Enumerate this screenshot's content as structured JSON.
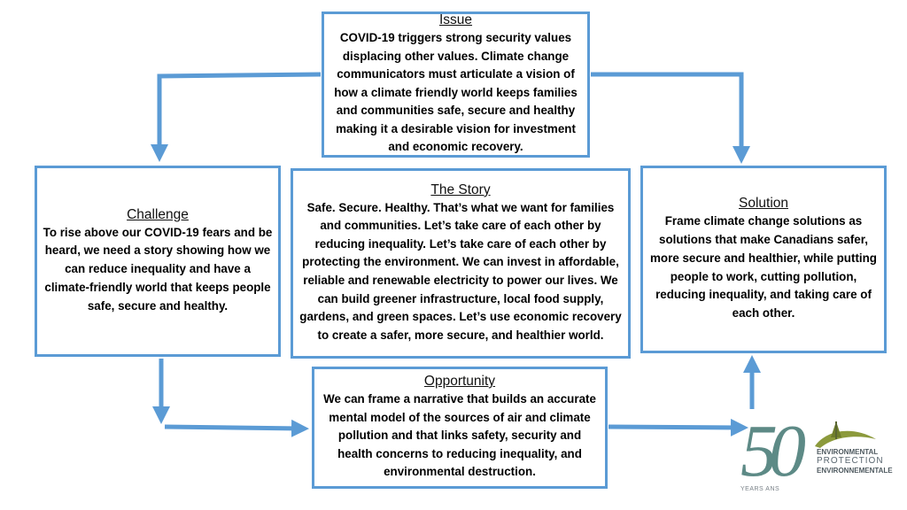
{
  "issue": {
    "title": "Issue",
    "body": "COVID-19 triggers strong security values displacing other values. Climate change communicators must articulate a vision of how a climate friendly world keeps families and communities safe, secure and healthy making it a desirable vision for investment and economic recovery."
  },
  "story": {
    "title": "The Story",
    "body": "Safe. Secure. Healthy.  That’s what we want for families and communities. Let’s take care of each other by reducing inequality. Let’s take care of each other by protecting the environment. We can invest in affordable, reliable and renewable electricity to power our lives.  We can build greener infrastructure, local food supply, gardens, and green spaces.  Let’s use economic recovery to create a safer, more secure, and healthier world."
  },
  "challenge": {
    "title": "Challenge",
    "body": "To rise above our COVID-19 fears and be heard, we need a story showing how we can reduce inequality and have a climate-friendly world that keeps people safe, secure and healthy."
  },
  "solution": {
    "title": "Solution",
    "body": "Frame climate change solutions as solutions that make Canadians safer, more secure and healthier, while putting people to work, cutting pollution, reducing inequality, and taking care of each other."
  },
  "opportunity": {
    "title": "Opportunity",
    "body": "We can frame a narrative that builds an accurate mental model of the sources of air and climate pollution and that links safety, security and health concerns to reducing inequality, and environmental destruction."
  },
  "logo": {
    "number": "50",
    "line1": "ENVIRONMENTAL",
    "line2": "PROTECTION",
    "line3": "ENVIRONNEMENTALE",
    "years": "YEARS ANS"
  },
  "colors": {
    "box_border": "#5b9bd5",
    "arrow": "#5b9bd5",
    "logo_teal": "#5d8a86",
    "logo_olive": "#8c9a3c"
  }
}
